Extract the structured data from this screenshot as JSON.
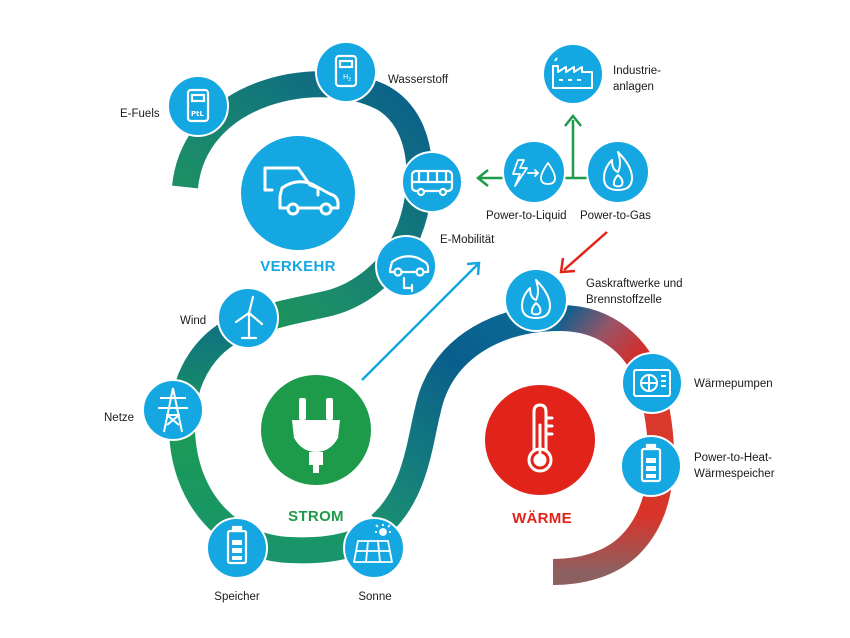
{
  "colors": {
    "blue": "#14A7E1",
    "dark_blue": "#0A5E8C",
    "green": "#1D9A4A",
    "red": "#E2231A",
    "white": "#ffffff"
  },
  "sectors": {
    "verkehr": "VERKEHR",
    "strom": "STROM",
    "waerme": "WÄRME"
  },
  "nodes": {
    "wasserstoff": {
      "label": "Wasserstoff",
      "icon": "hydrogen-pump-icon",
      "sub": "H",
      "sub2": "2"
    },
    "efuels": {
      "label": "E-Fuels",
      "icon": "ptl-pump-icon",
      "tag": "PtL"
    },
    "bus": {
      "icon": "bus-icon"
    },
    "emobilitaet": {
      "label": "E-Mobilität",
      "icon": "electric-car-icon"
    },
    "wind": {
      "label": "Wind",
      "icon": "wind-turbine-icon"
    },
    "netze": {
      "label": "Netze",
      "icon": "power-pylon-icon"
    },
    "speicher": {
      "label": "Speicher",
      "icon": "battery-icon"
    },
    "sonne": {
      "label": "Sonne",
      "icon": "solar-panel-icon"
    },
    "ptl": {
      "label": "Power-to-Liquid",
      "icon": "power-to-liquid-icon"
    },
    "ptg": {
      "label": "Power-to-Gas",
      "icon": "flame-icon"
    },
    "industrie": {
      "label": "Industrie-\nanlagen",
      "icon": "factory-icon"
    },
    "gaskraft": {
      "label": "Gaskraftwerke und\nBrennstoffzelle",
      "icon": "flame-icon"
    },
    "waermepumpen": {
      "label": "Wärmepumpen",
      "icon": "heat-pump-icon"
    },
    "pth": {
      "label": "Power-to-Heat-\nWärmespeicher",
      "icon": "battery-icon"
    }
  }
}
